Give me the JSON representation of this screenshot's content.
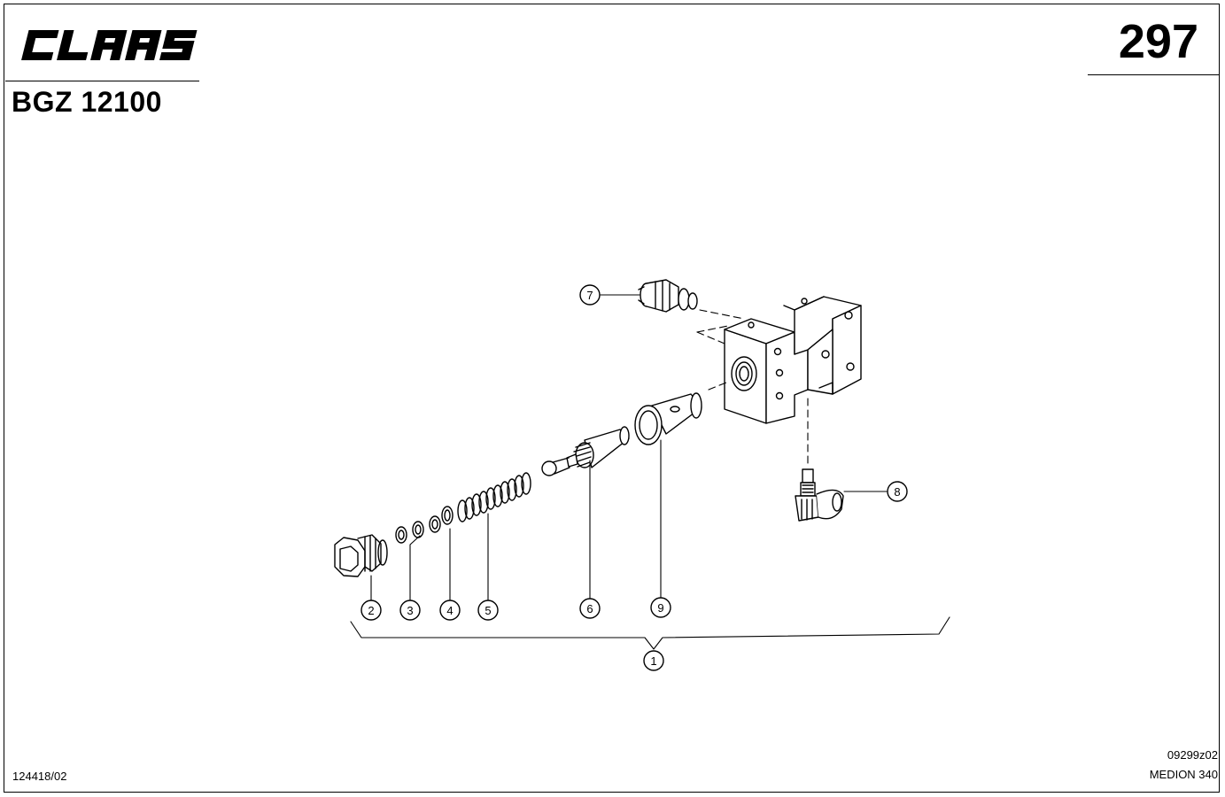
{
  "header": {
    "brand": "CLAAS",
    "model": "BGZ 12100",
    "page_number": "297"
  },
  "footer": {
    "drawing_code": "09299z02",
    "machine": "MEDION 340",
    "doc_number": "124418/02"
  },
  "callouts": [
    "1",
    "2",
    "3",
    "4",
    "5",
    "6",
    "7",
    "8",
    "9"
  ],
  "colors": {
    "ink": "#000000",
    "paper": "#ffffff"
  }
}
